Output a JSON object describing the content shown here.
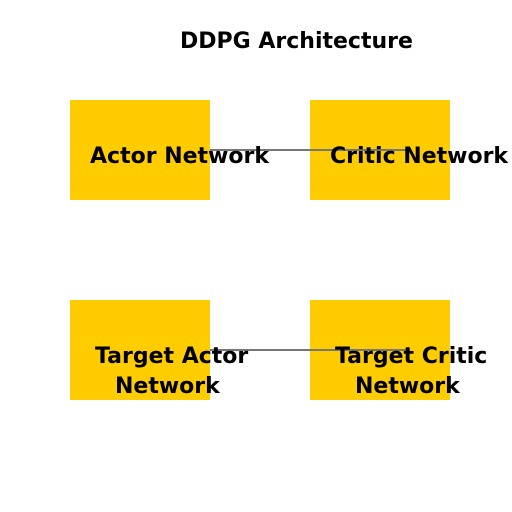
{
  "diagram": {
    "title": "DDPG Architecture",
    "box_color": "#ffcc00",
    "connector_color": "#777777",
    "nodes": [
      {
        "id": "actor",
        "label_lines": [
          "Actor Network"
        ]
      },
      {
        "id": "critic",
        "label_lines": [
          "Critic Network"
        ]
      },
      {
        "id": "target_actor",
        "label_lines": [
          "Target Actor",
          "Network"
        ]
      },
      {
        "id": "target_critic",
        "label_lines": [
          "Target Critic",
          "Network"
        ]
      }
    ],
    "edges": [
      {
        "from": "actor",
        "to": "critic"
      },
      {
        "from": "target_actor",
        "to": "target_critic"
      }
    ]
  }
}
